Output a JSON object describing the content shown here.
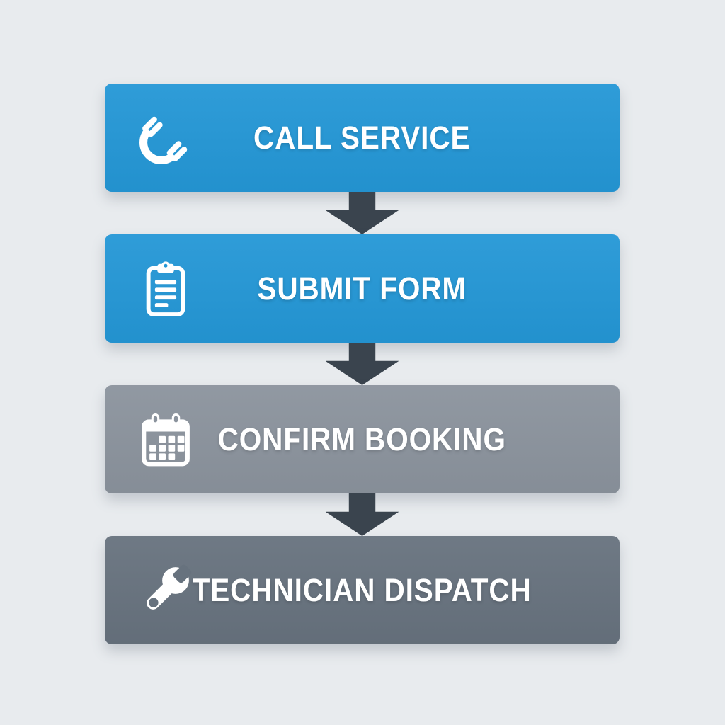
{
  "figure": {
    "type": "flowchart",
    "direction": "vertical",
    "description": "Service booking process flow"
  },
  "colors": {
    "background": "#e8ebee",
    "blue": "#2497d6",
    "gray_medium": "#8b939d",
    "gray_dark": "#67727e",
    "arrow": "#3a444e",
    "text": "#ffffff"
  },
  "steps": [
    {
      "label": "CALL SERVICE",
      "icon": "phone-icon",
      "color": "#2497d6"
    },
    {
      "label": "SUBMIT FORM",
      "icon": "clipboard-icon",
      "color": "#2497d6"
    },
    {
      "label": "CONFIRM BOOKING",
      "icon": "calendar-icon",
      "color": "#8b939d"
    },
    {
      "label": "TECHNICIAN DISPATCH",
      "icon": "wrench-icon",
      "color": "#67727e"
    }
  ],
  "connector_glyph": "down-block-arrow",
  "connector_count": 3
}
